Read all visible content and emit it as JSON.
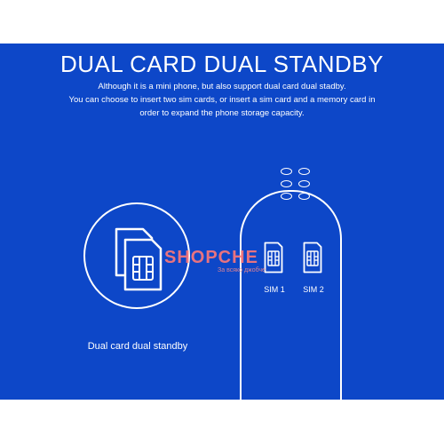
{
  "banner": {
    "background": "#0d47c8",
    "title": "DUAL CARD DUAL STANDBY",
    "description": [
      "Although it is a mini phone, but also support dual card dual stadby.",
      "You can choose to insert two sim cards, or insert a sim card and a memory card in",
      "order to expand the phone storage capacity."
    ]
  },
  "feature": {
    "icon": "dual-sim-card-icon",
    "caption": "Dual card dual standby"
  },
  "phone": {
    "slots": [
      {
        "label": "SIM 1",
        "icon": "sim-card-icon"
      },
      {
        "label": "SIM 2",
        "icon": "sim-card-icon"
      }
    ]
  },
  "watermark": {
    "brand": "SHOPCHE",
    "tagline": "За всяко джобче"
  }
}
